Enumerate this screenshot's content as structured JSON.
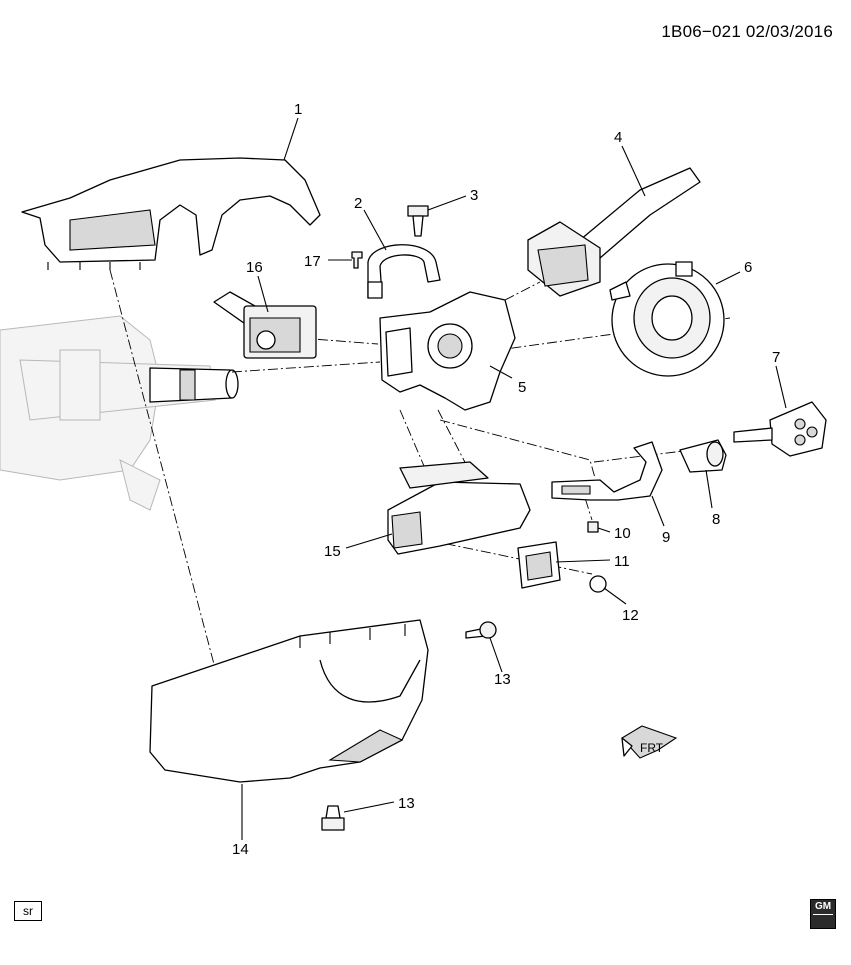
{
  "diagram": {
    "reference": "1B06−021  02/03/2016",
    "callouts": [
      "1",
      "2",
      "3",
      "4",
      "5",
      "6",
      "7",
      "8",
      "9",
      "10",
      "11",
      "12",
      "13",
      "13",
      "14",
      "15",
      "16",
      "17"
    ],
    "front_arrow_label": "FRT",
    "corner_left_label": "sr",
    "corner_right_logo": "GM"
  }
}
